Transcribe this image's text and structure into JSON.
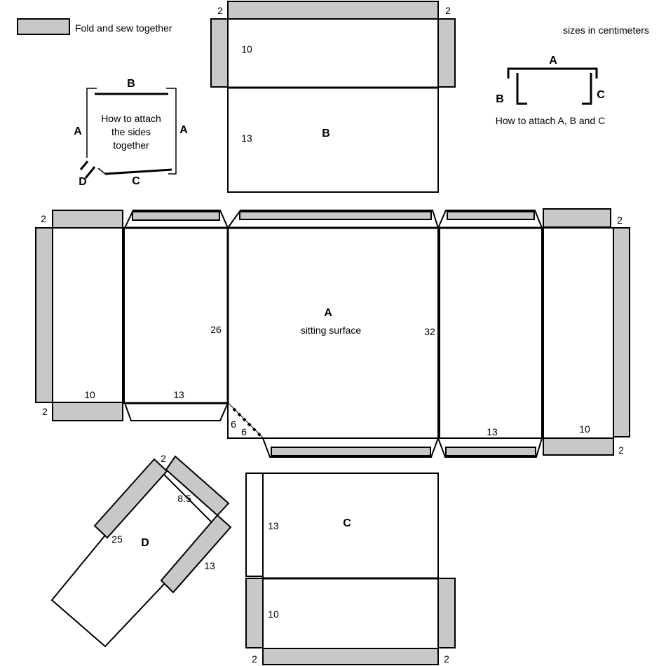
{
  "legend": {
    "text": "Fold and sew together",
    "swatch_color": "#c8c8c8"
  },
  "units_note": "sizes in centimeters",
  "parts": {
    "a": {
      "letter": "A",
      "caption": "sitting surface"
    },
    "b": {
      "letter": "B"
    },
    "c": {
      "letter": "C"
    },
    "d": {
      "letter": "D"
    }
  },
  "sides_guide": {
    "title_line1": "How to attach",
    "title_line2": "the sides",
    "title_line3": "together",
    "label_b": "B",
    "label_a_left": "A",
    "label_a_right": "A",
    "label_c": "C",
    "label_d": "D"
  },
  "abc_guide": {
    "label_a": "A",
    "label_b": "B",
    "label_c": "C",
    "caption": "How to attach A, B and C"
  },
  "dims": {
    "b_seam_tl": "2",
    "b_seam_tr": "2",
    "b_flap_height": "10",
    "b_body_height": "13",
    "a_left_seam_top": "2",
    "a_left_seam_bottom": "2",
    "a_left_width": "10",
    "a_inner_left_width": "13",
    "a_left_height": "26",
    "a_right_height": "32",
    "a_corner_1": "6",
    "a_corner_2": "6",
    "a_inner_right_width": "13",
    "a_right_width": "10",
    "a_right_seam_top": "2",
    "a_right_seam_bottom": "2",
    "d_seam": "2",
    "d_width": "8.5",
    "d_length": "25",
    "d_flap_length": "13",
    "c_body_height": "13",
    "c_flap_height": "10",
    "c_seam_bl": "2",
    "c_seam_br": "2"
  }
}
